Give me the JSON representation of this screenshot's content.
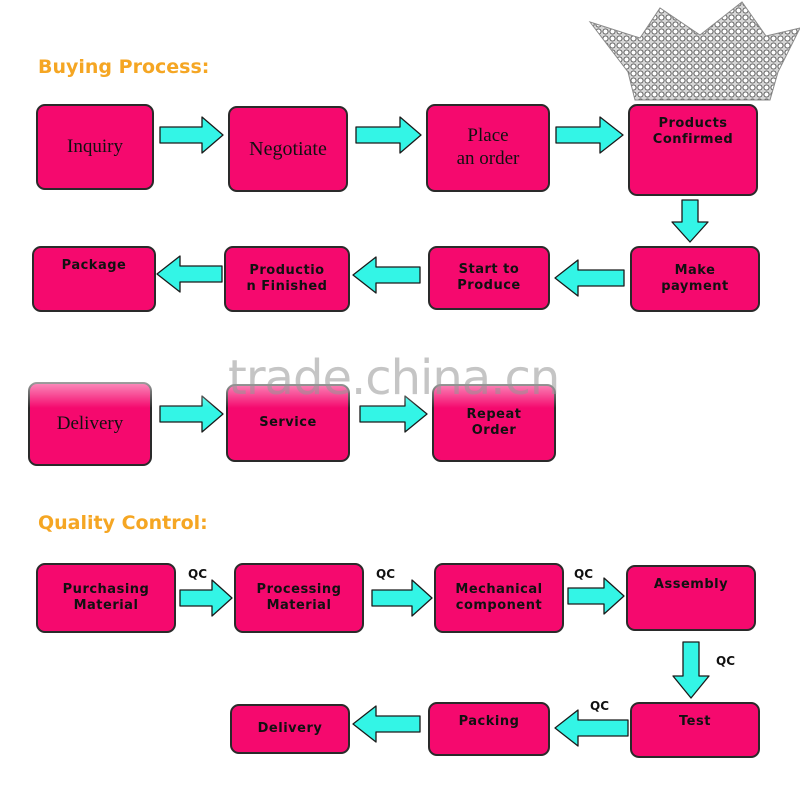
{
  "buying": {
    "title": "Buying Process:",
    "steps": [
      "Inquiry",
      "Negotiate",
      "Place\nan order",
      "Products\nConfirmed",
      "Make\npayment",
      "Start to\nProduce",
      "Productio\nn Finished",
      "Package",
      "Delivery",
      "Service",
      "Repeat\nOrder"
    ]
  },
  "quality": {
    "title": "Quality Control:",
    "steps": [
      "Purchasing\nMaterial",
      "Processing\nMaterial",
      "Mechanical\ncomponent",
      "Assembly",
      "Test",
      "Packing",
      "Delivery"
    ],
    "qc_label": "QC"
  },
  "watermark": "trade.china.cn",
  "colors": {
    "box": "#f5096e",
    "arrow": "#33f5e6",
    "title": "#f5a623"
  },
  "decor": {
    "crown": "crown-icon"
  }
}
